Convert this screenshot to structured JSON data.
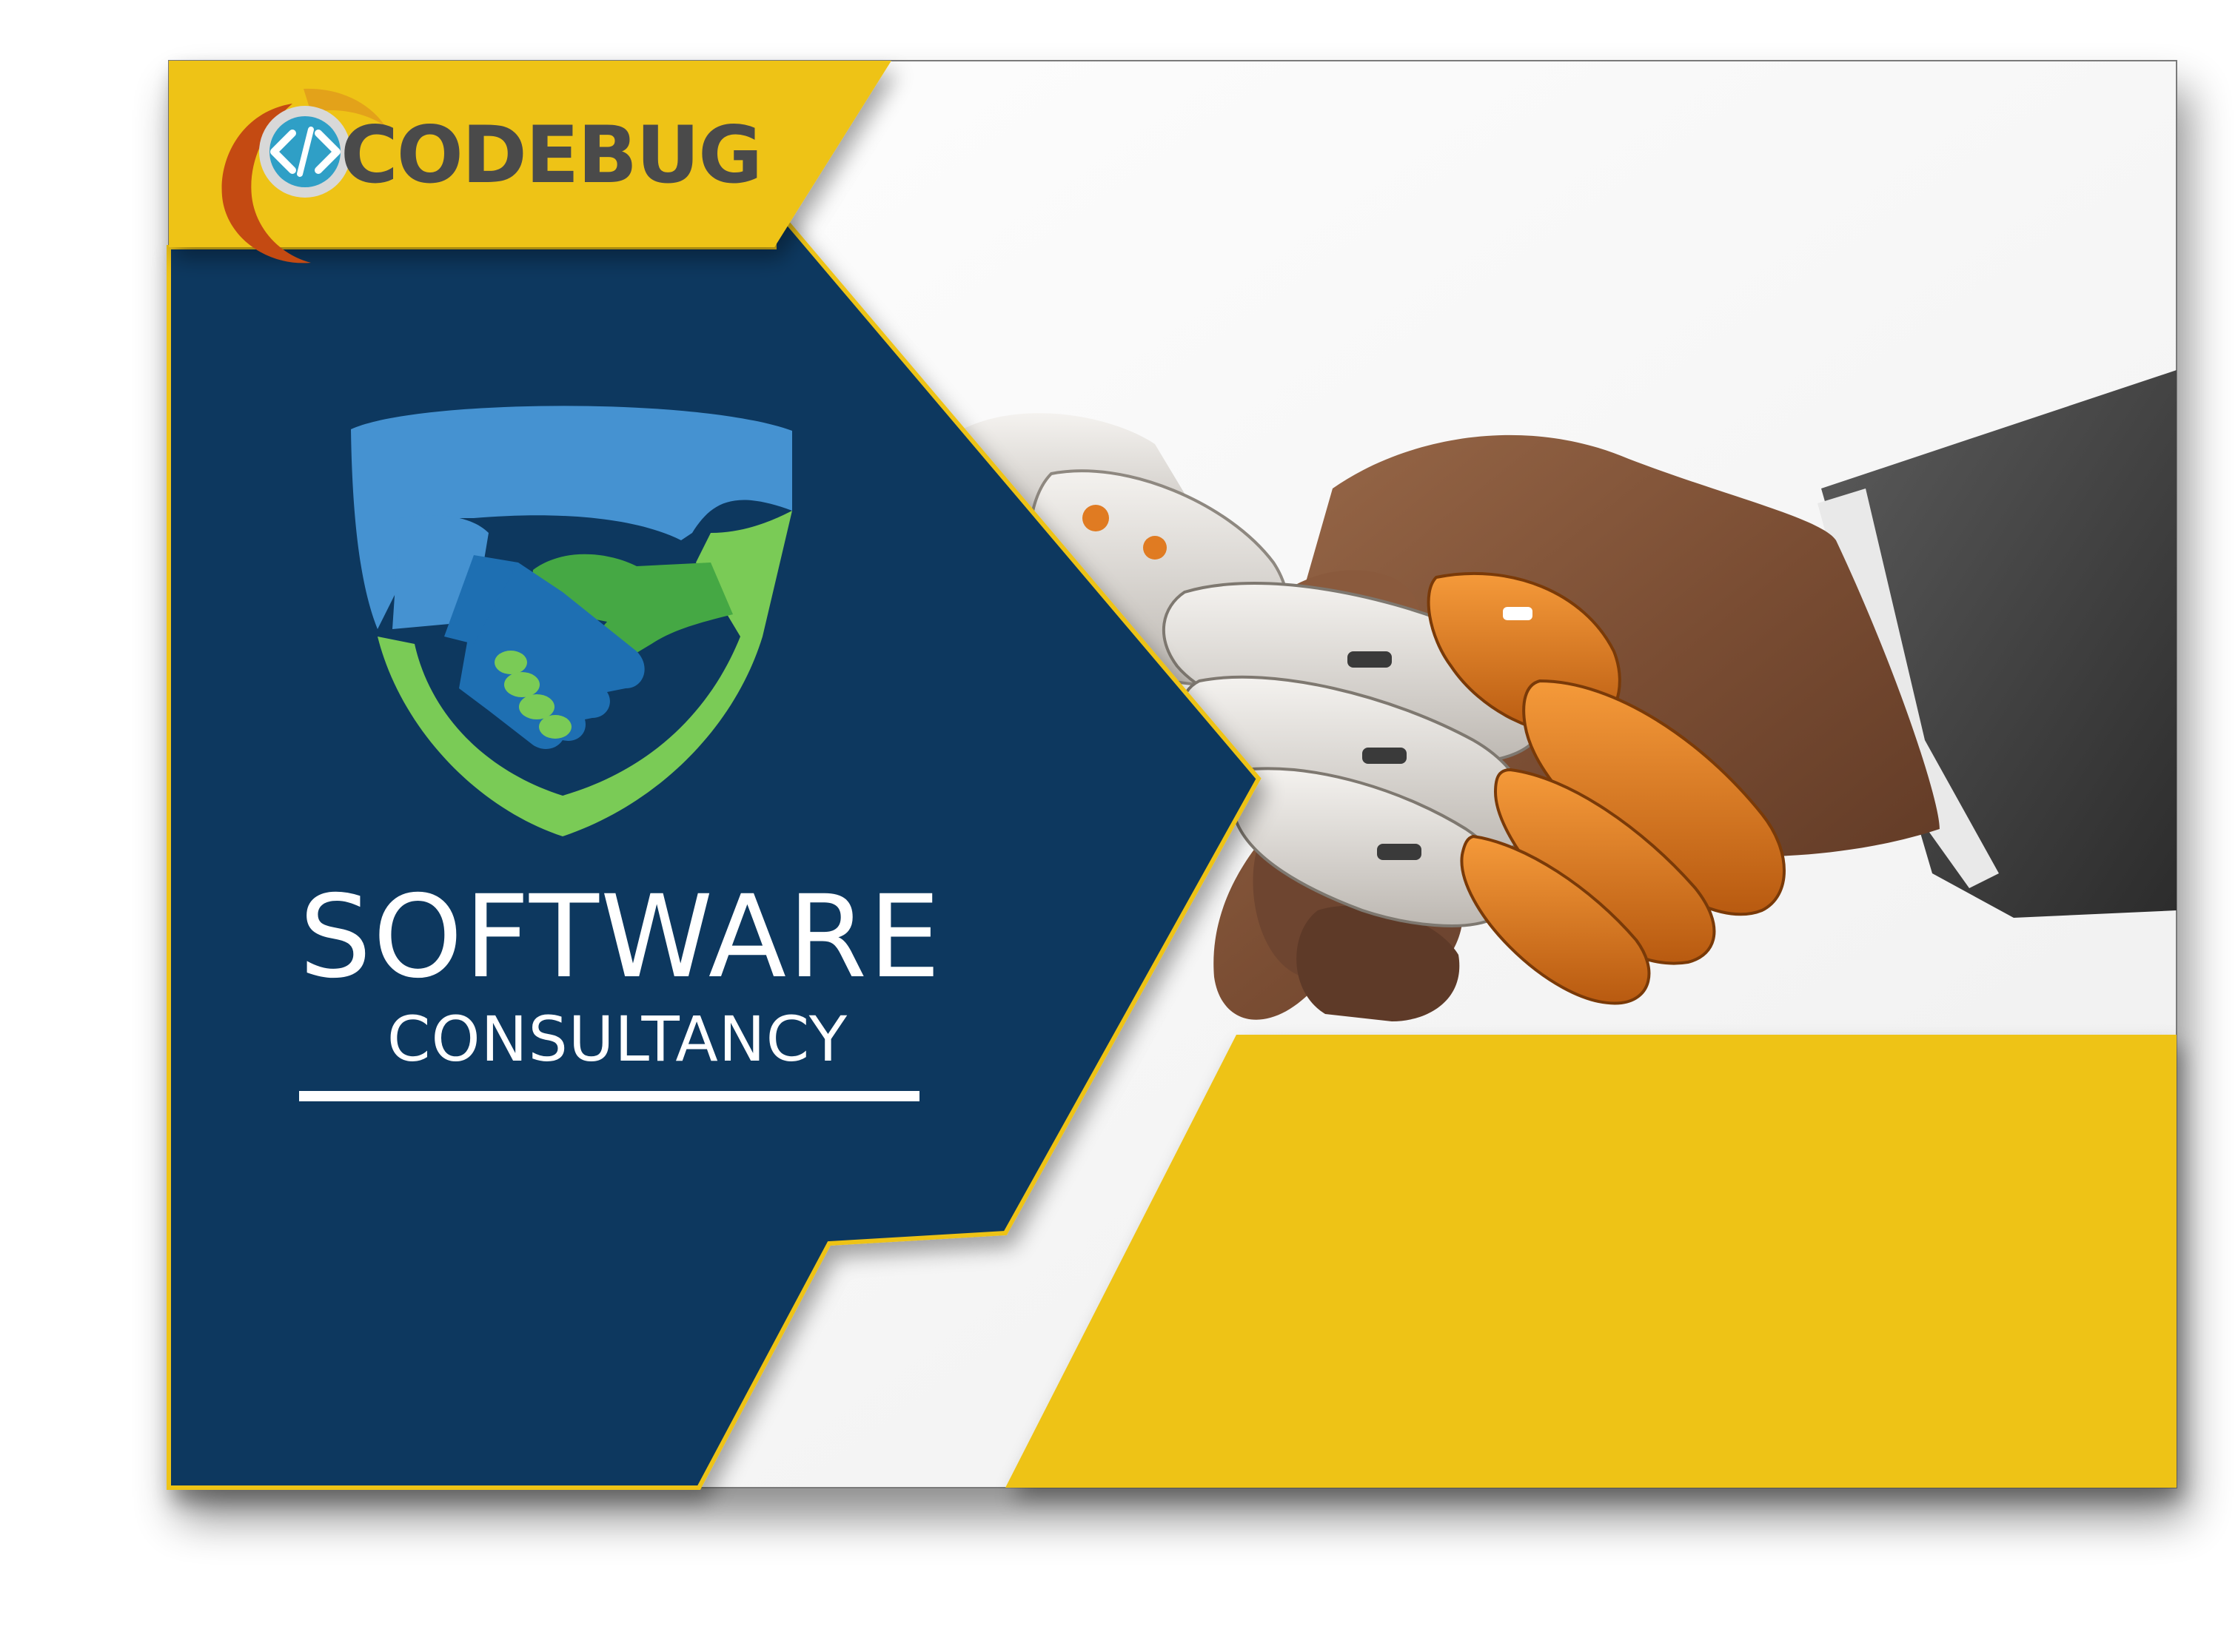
{
  "brand": {
    "name": "CODEBUG",
    "logo_icon": "code-brackets-icon"
  },
  "headline": {
    "title": "SOFTWARE",
    "subtitle": "CONSULTANCY"
  },
  "emblem_icon": "shield-handshake-icon",
  "photo": "robot-human-handshake-photo",
  "colors": {
    "navy": "#0f375f",
    "yellow": "#eec313",
    "shield_blue": "#4592d1",
    "shield_green": "#7acb56",
    "hand_green": "#45a844",
    "hand_blue": "#1e6fb2",
    "brand_gray": "#4a4a4a",
    "robot_orange": "#e07b22"
  }
}
